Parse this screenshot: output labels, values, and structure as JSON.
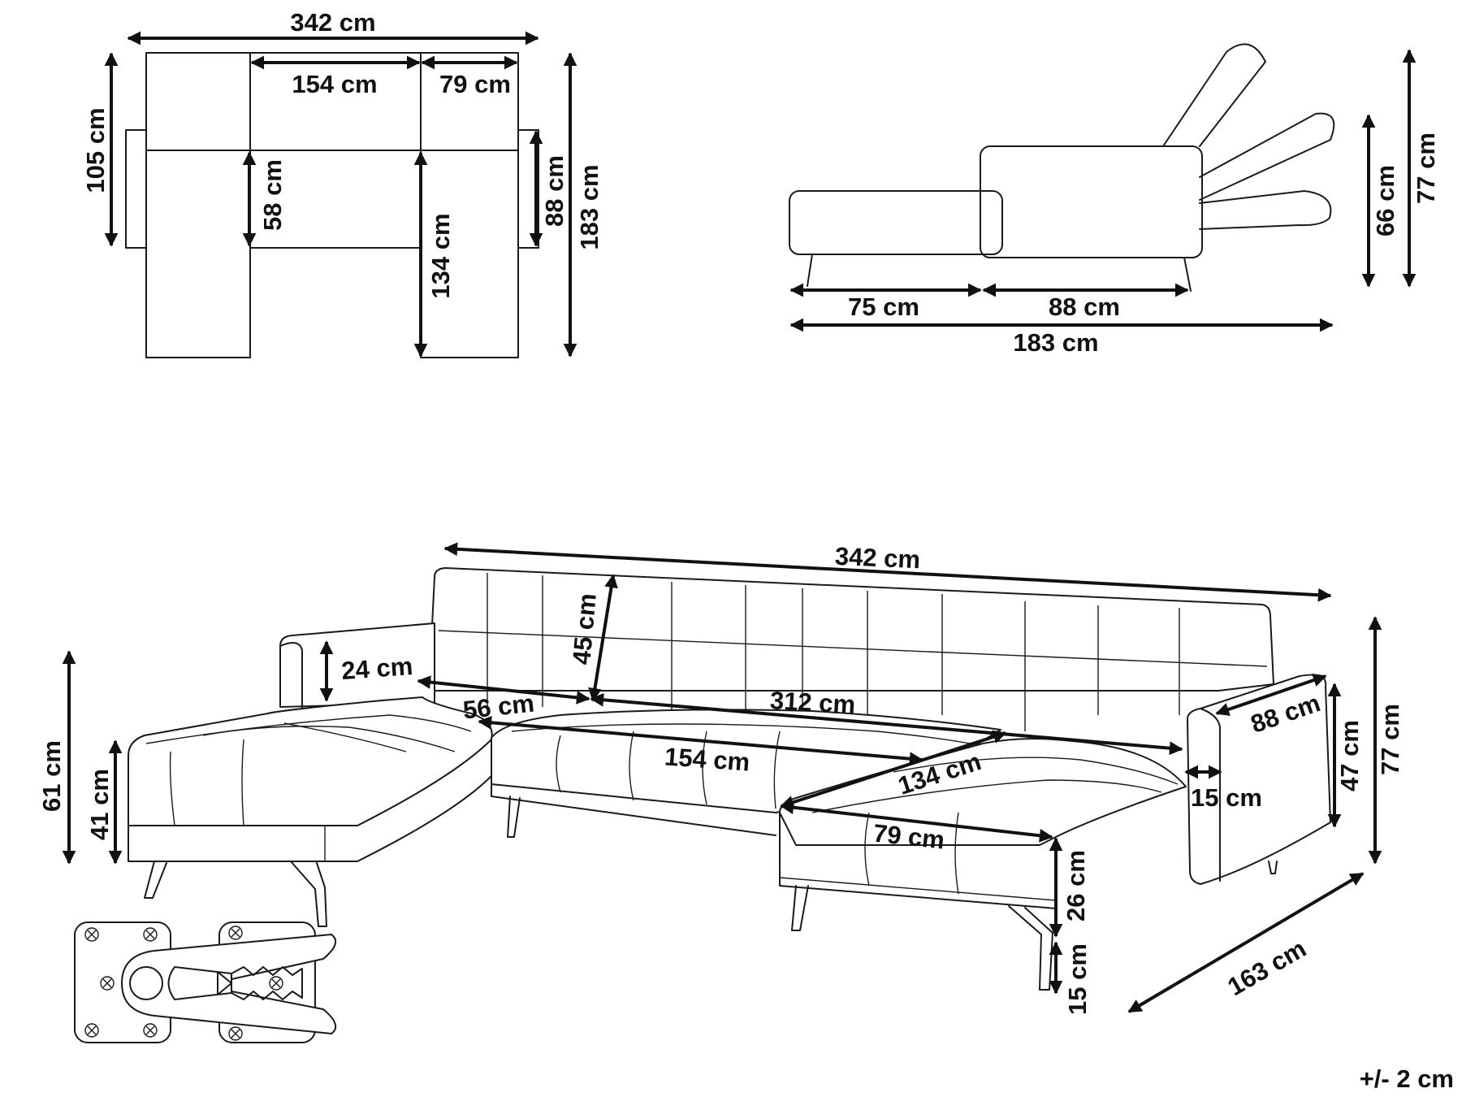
{
  "diagram": {
    "top_view": {
      "overall_width": "342 cm",
      "middle_seat_width": "154 cm",
      "right_seat_width": "79 cm",
      "back_depth": "105 cm",
      "seat_depth": "58 cm",
      "chaise_length": "134 cm",
      "armrest_depth": "88 cm",
      "overall_depth": "183 cm"
    },
    "side_view": {
      "seat_depth": "75 cm",
      "armrest_length": "88 cm",
      "overall_depth": "183 cm",
      "armrest_height": "66 cm",
      "overall_height": "77 cm"
    },
    "perspective_view": {
      "overall_width": "342 cm",
      "back_height": "45 cm",
      "armrest_height": "24 cm",
      "armrest_depth_left": "56 cm",
      "seat_width": "312 cm",
      "middle_seat_width": "154 cm",
      "chaise_length": "134 cm",
      "chaise_width": "79 cm",
      "arm_length": "88 cm",
      "arm_width": "15 cm",
      "arm_height": "47 cm",
      "overall_height": "77 cm",
      "seat_height_outer": "61 cm",
      "seat_height_inner": "41 cm",
      "cushion_height": "26 cm",
      "leg_height": "15 cm",
      "overall_depth": "163 cm"
    },
    "tolerance": "+/- 2 cm"
  }
}
